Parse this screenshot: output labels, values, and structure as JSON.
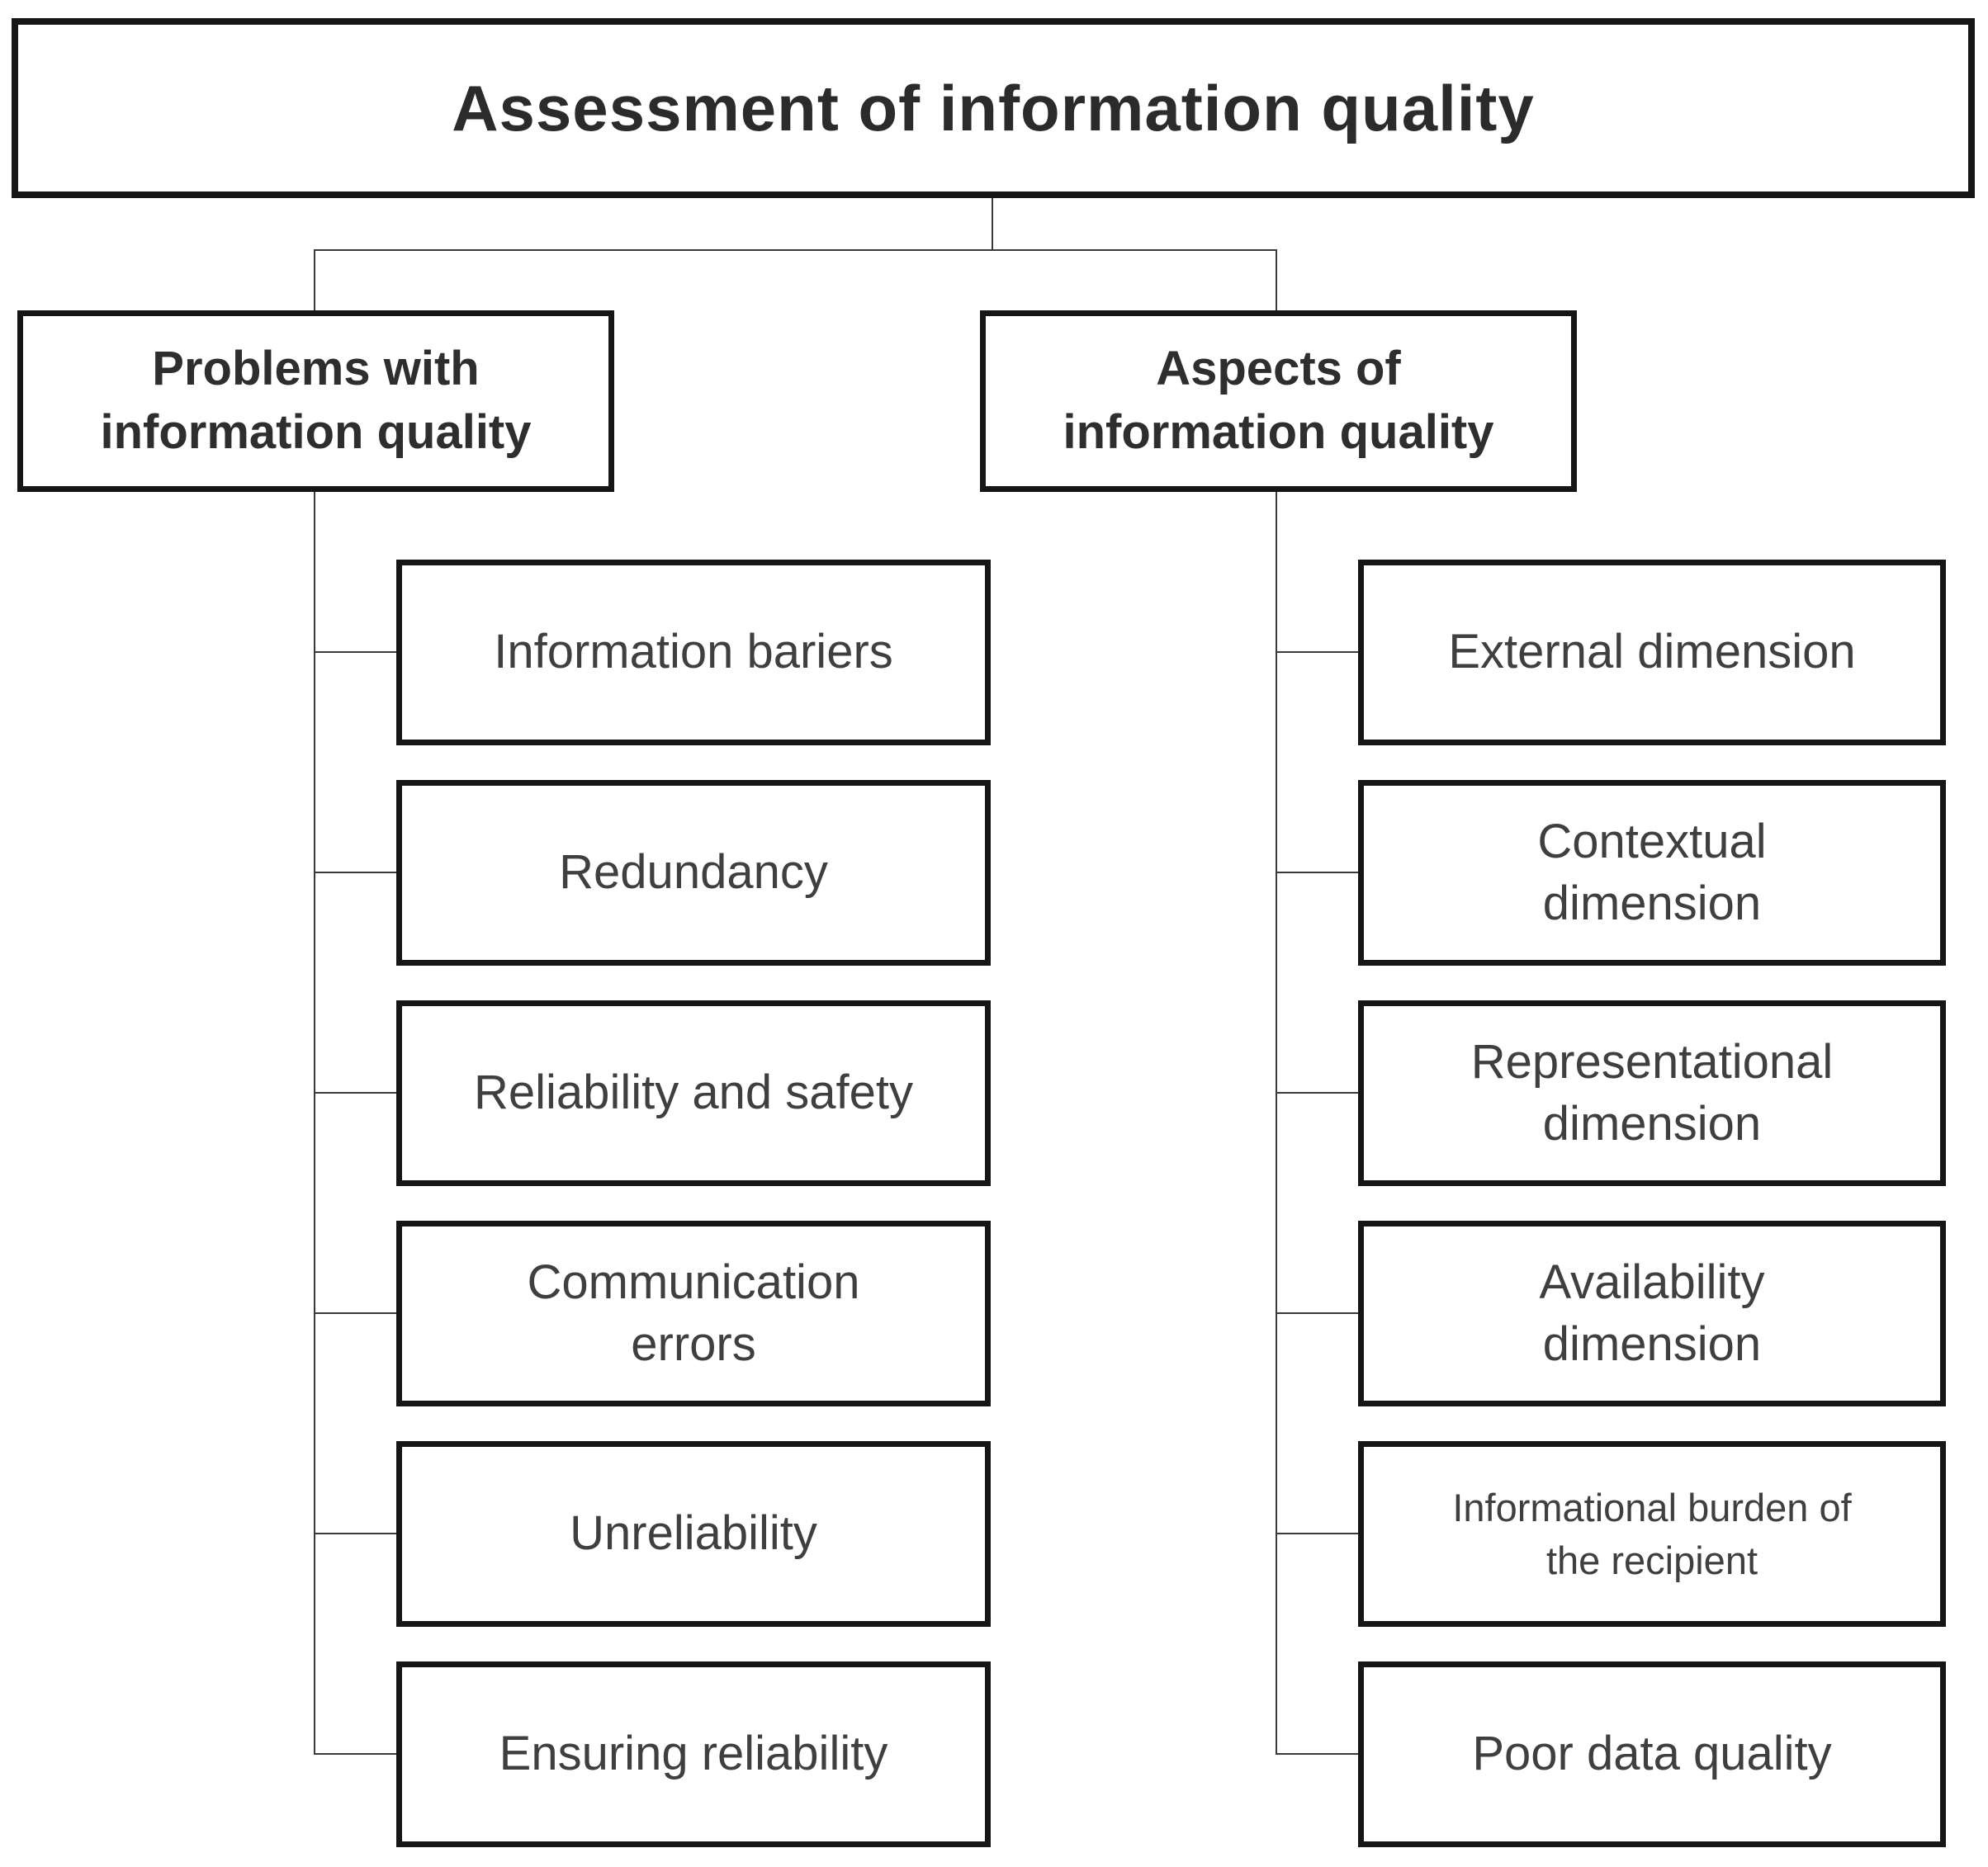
{
  "title": "Assessment of information quality",
  "left_branch": {
    "header": "Problems with\ninformation quality",
    "items": [
      {
        "label": "Information bariers"
      },
      {
        "label": "Redundancy"
      },
      {
        "label": "Reliability and safety"
      },
      {
        "label": "Communication\nerrors"
      },
      {
        "label": "Unreliability"
      },
      {
        "label": "Ensuring reliability"
      }
    ]
  },
  "right_branch": {
    "header": "Aspects of\ninformation quality",
    "items": [
      {
        "label": "External dimension"
      },
      {
        "label": "Contextual\ndimension"
      },
      {
        "label": "Representational\ndimension"
      },
      {
        "label": "Availability\ndimension"
      },
      {
        "label": "Informational burden of\nthe recipient"
      },
      {
        "label": "Poor data quality"
      }
    ]
  },
  "colors": {
    "background": "#ffffff",
    "border": "#161616",
    "title_text": "#2b2b2b",
    "header_text": "#2e2e2e",
    "item_text": "#3f3f3f",
    "connector": "#3a3a3a"
  }
}
